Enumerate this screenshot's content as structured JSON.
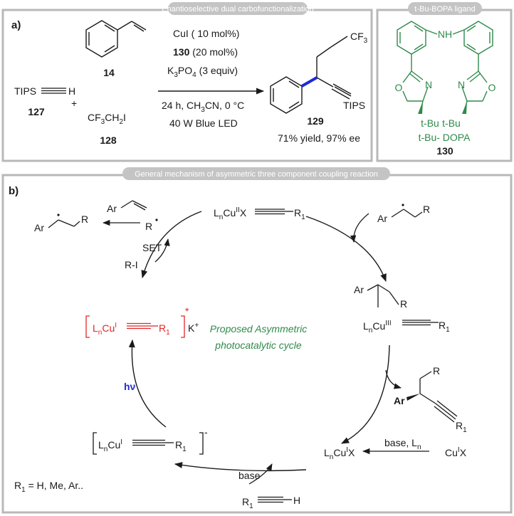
{
  "panel_a": {
    "label": "a)",
    "title": "Enantioselective dual carbofunctionalization",
    "tips_alkyne": "TIPS",
    "alkyne_h": "H",
    "cmpd_127": "127",
    "plus": "+",
    "cmpd_14": "14",
    "cf3ch2i": "CF3CH2I",
    "cmpd_128": "128",
    "cond_cui": "CuI ( 10 mol%)",
    "cond_ligand_num": "130",
    "cond_ligand_rest": " (20 mol%)",
    "cond_base": "K3PO4 (3 equiv)",
    "cond_time": "24 h, CH3CN, 0 °C",
    "cond_light": "40 W Blue LED",
    "product_cf3": "CF3",
    "product_tips": "TIPS",
    "cmpd_129": "129",
    "product_yield": "71% yield, 97% ee"
  },
  "panel_ligand": {
    "title": "t-Bu-BOPA ligand",
    "nh": "NH",
    "n_left": "N",
    "n_right": "N",
    "o_left": "O",
    "o_right": "O",
    "tbu_left": "t-Bu",
    "tbu_right": "t-Bu",
    "name": "t-Bu- DOPA",
    "cmpd_130": "130"
  },
  "panel_b": {
    "label": "b)",
    "title": "General mechanism of asymmetric three component coupling reaction",
    "cycle_label_1": "Proposed Asymmetric",
    "cycle_label_2": "photocatalytic cycle",
    "hv": "hν",
    "set": "SET",
    "ri": "R-I",
    "radical_r": "R",
    "ar": "Ar",
    "r": "R",
    "r1": "R1",
    "k_plus": "K+",
    "base": "base",
    "base_ln": "base, Ln",
    "cuix": "CuIX",
    "lncuix": "LnCuIX",
    "r1_def": "R1 = H, Me, Ar..",
    "alkyne_h": "H",
    "star": "*",
    "minus": "-"
  },
  "colors": {
    "panel_border": "#b8b8b8",
    "title_pill": "#c4c4c4",
    "ligand_green": "#2e8a4a",
    "excited_red": "#e32626",
    "hv_blue": "#1f2bd6",
    "bond_blue": "#1f2bd6"
  }
}
